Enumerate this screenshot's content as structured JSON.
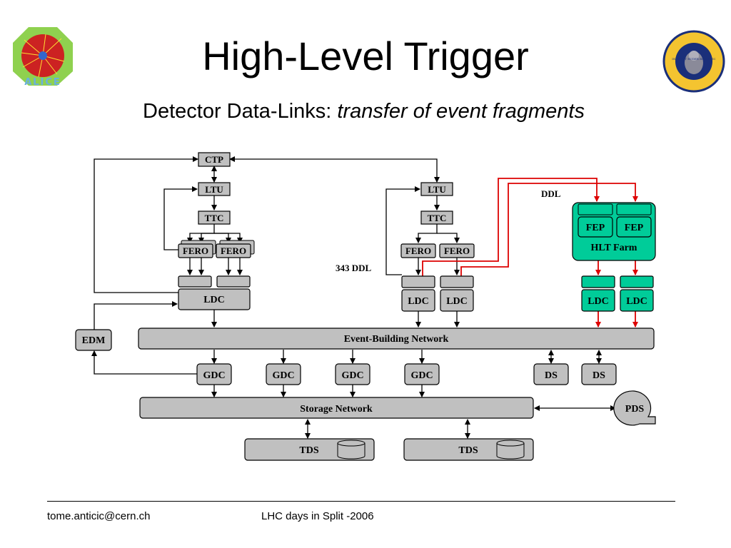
{
  "title": "High-Level Trigger",
  "subtitle": {
    "prefix": "Detector Data-Links: ",
    "italic": "transfer of event fragments"
  },
  "logos": {
    "left_text": "ALICE",
    "right_text": "INSTITUT RUDER BOSKOVIC"
  },
  "diagram": {
    "ctp": "CTP",
    "ltu": "LTU",
    "ttc": "TTC",
    "fero": "FERO",
    "ldc": "LDC",
    "edm": "EDM",
    "ddl": "DDL",
    "ddl_343": "343 DDL",
    "fep": "FEP",
    "hlt_farm": "HLT Farm",
    "event_building_network": "Event-Building Network",
    "gdc": "GDC",
    "ds": "DS",
    "storage_network": "Storage Network",
    "pds": "PDS",
    "tds": "TDS"
  },
  "colors": {
    "box_fill": "#c0c0c0",
    "green_fill": "#00cc99",
    "ddl_red": "#dd0000"
  },
  "footer": {
    "email": "tome.anticic@cern.ch",
    "event": "LHC days in Split -2006"
  }
}
